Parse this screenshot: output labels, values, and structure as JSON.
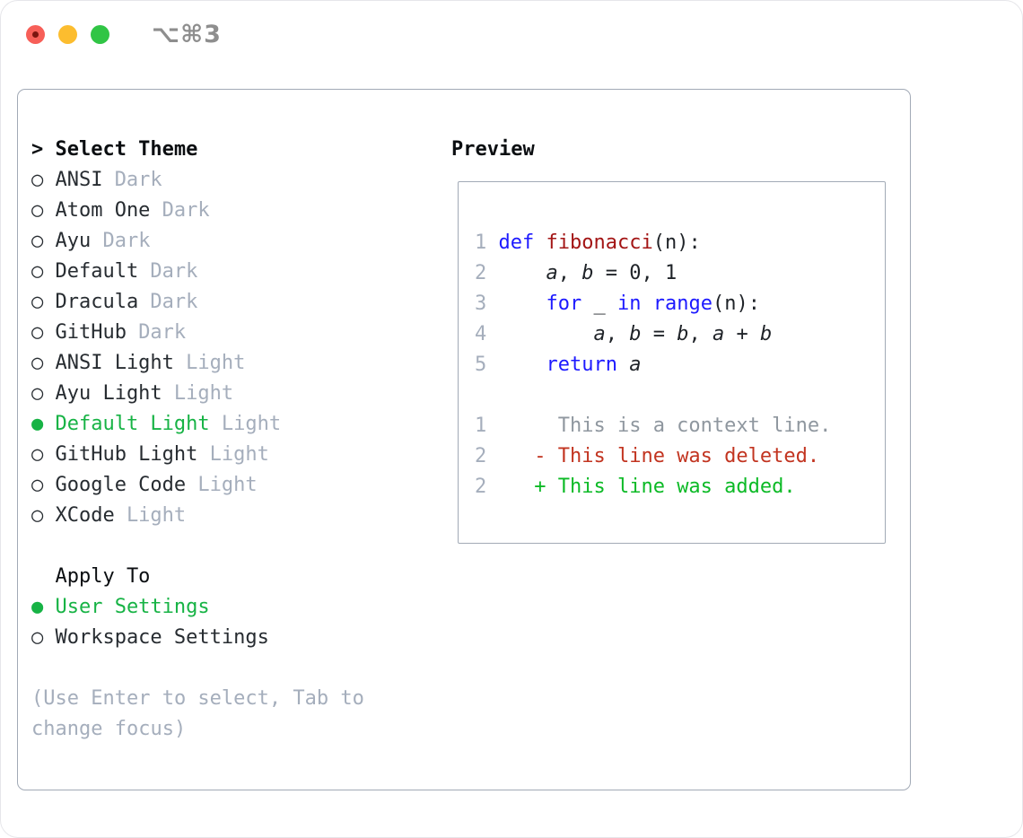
{
  "window": {
    "title": "⌥⌘3"
  },
  "colors": {
    "accent_green": "#17b345",
    "diff_added": "#0cba26",
    "diff_removed": "#c23420",
    "keyword_blue": "#1d1aff",
    "function_red": "#a31515",
    "muted_gray": "#a5aebc",
    "context_gray": "#8f979f",
    "border_gray": "#a2aab6",
    "traffic_red": "#f75f58",
    "traffic_yellow": "#fcbd2f",
    "traffic_green": "#30c545"
  },
  "icons": {
    "cursor": ">",
    "radio_unselected": "○",
    "radio_selected": "●"
  },
  "theme_picker": {
    "heading": "Select Theme",
    "items": [
      {
        "name": "ANSI",
        "variant": "Dark",
        "selected": false
      },
      {
        "name": "Atom One",
        "variant": "Dark",
        "selected": false
      },
      {
        "name": "Ayu",
        "variant": "Dark",
        "selected": false
      },
      {
        "name": "Default",
        "variant": "Dark",
        "selected": false
      },
      {
        "name": "Dracula",
        "variant": "Dark",
        "selected": false
      },
      {
        "name": "GitHub",
        "variant": "Dark",
        "selected": false
      },
      {
        "name": "ANSI Light",
        "variant": "Light",
        "selected": false
      },
      {
        "name": "Ayu Light",
        "variant": "Light",
        "selected": false
      },
      {
        "name": "Default Light",
        "variant": "Light",
        "selected": true
      },
      {
        "name": "GitHub Light",
        "variant": "Light",
        "selected": false
      },
      {
        "name": "Google Code",
        "variant": "Light",
        "selected": false
      },
      {
        "name": "XCode",
        "variant": "Light",
        "selected": false
      }
    ]
  },
  "apply_to": {
    "heading": "Apply To",
    "options": [
      {
        "label": "User Settings",
        "selected": true
      },
      {
        "label": "Workspace Settings",
        "selected": false
      }
    ]
  },
  "hint": "(Use Enter to select, Tab to change focus)",
  "preview": {
    "heading": "Preview",
    "code_lines": [
      {
        "num": "1",
        "segments": [
          {
            "t": "def",
            "c": "kw"
          },
          {
            "t": " "
          },
          {
            "t": "fibonacci",
            "c": "fn"
          },
          {
            "t": "(n):"
          }
        ]
      },
      {
        "num": "2",
        "segments": [
          {
            "t": "    "
          },
          {
            "t": "a",
            "c": "var"
          },
          {
            "t": ", "
          },
          {
            "t": "b",
            "c": "var"
          },
          {
            "t": " = 0, 1"
          }
        ]
      },
      {
        "num": "3",
        "segments": [
          {
            "t": "    "
          },
          {
            "t": "for",
            "c": "kw"
          },
          {
            "t": " _ "
          },
          {
            "t": "in",
            "c": "kw"
          },
          {
            "t": " "
          },
          {
            "t": "range",
            "c": "kw"
          },
          {
            "t": "(n):"
          }
        ]
      },
      {
        "num": "4",
        "segments": [
          {
            "t": "        "
          },
          {
            "t": "a",
            "c": "var"
          },
          {
            "t": ", "
          },
          {
            "t": "b",
            "c": "var"
          },
          {
            "t": " = "
          },
          {
            "t": "b",
            "c": "var"
          },
          {
            "t": ", "
          },
          {
            "t": "a",
            "c": "var"
          },
          {
            "t": " + "
          },
          {
            "t": "b",
            "c": "var"
          }
        ]
      },
      {
        "num": "5",
        "segments": [
          {
            "t": "    "
          },
          {
            "t": "return",
            "c": "kw"
          },
          {
            "t": " "
          },
          {
            "t": "a",
            "c": "var"
          }
        ]
      }
    ],
    "diff_lines": [
      {
        "num": "1",
        "segments": [
          {
            "t": "     "
          },
          {
            "t": "This is a context line.",
            "c": "ctx"
          }
        ]
      },
      {
        "num": "2",
        "segments": [
          {
            "t": "   "
          },
          {
            "t": "- This line was deleted.",
            "c": "del"
          }
        ]
      },
      {
        "num": "2",
        "segments": [
          {
            "t": "   "
          },
          {
            "t": "+ This line was added.",
            "c": "add"
          }
        ]
      }
    ]
  }
}
